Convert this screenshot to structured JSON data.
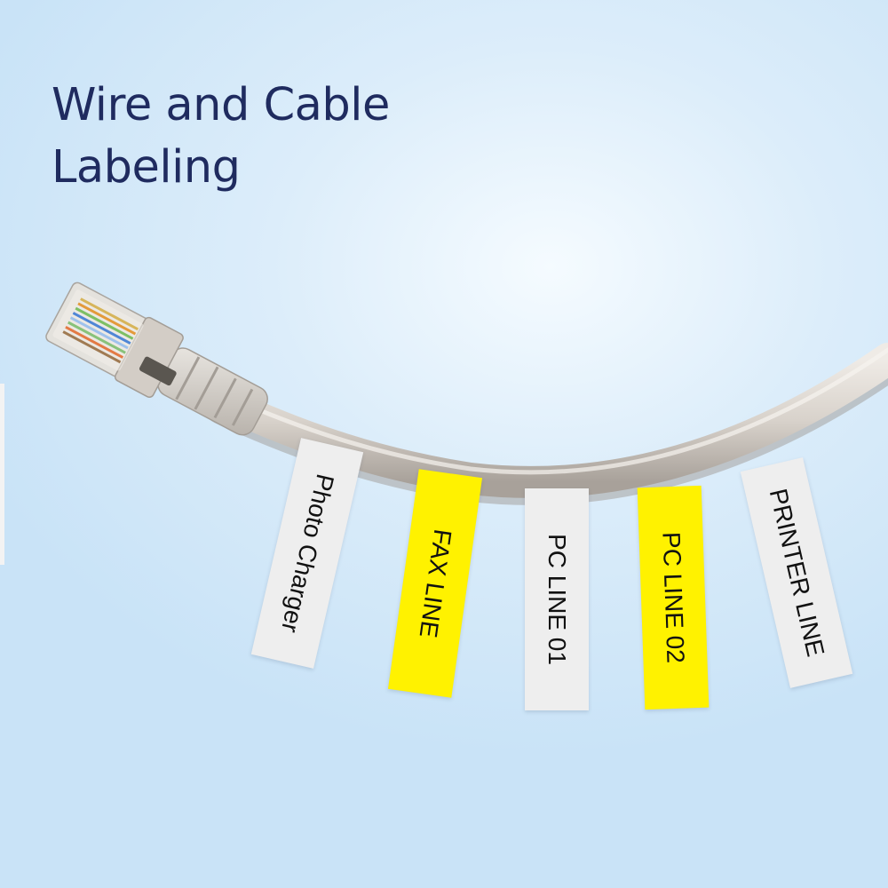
{
  "headline": {
    "line1": "Wire and Cable",
    "line2": "Labeling"
  },
  "colors": {
    "headline_text": "#1f2b5f",
    "cable": "#d8d2cb",
    "label_white": "#eeeeee",
    "label_yellow": "#fff200"
  },
  "labels": [
    {
      "text": "Photo Charger",
      "color": "#eeeeee"
    },
    {
      "text": "FAX LINE",
      "color": "#fff200"
    },
    {
      "text": "PC LINE 01",
      "color": "#eeeeee"
    },
    {
      "text": "PC LINE 02",
      "color": "#fff200"
    },
    {
      "text": "PRINTER LINE",
      "color": "#eeeeee"
    }
  ]
}
